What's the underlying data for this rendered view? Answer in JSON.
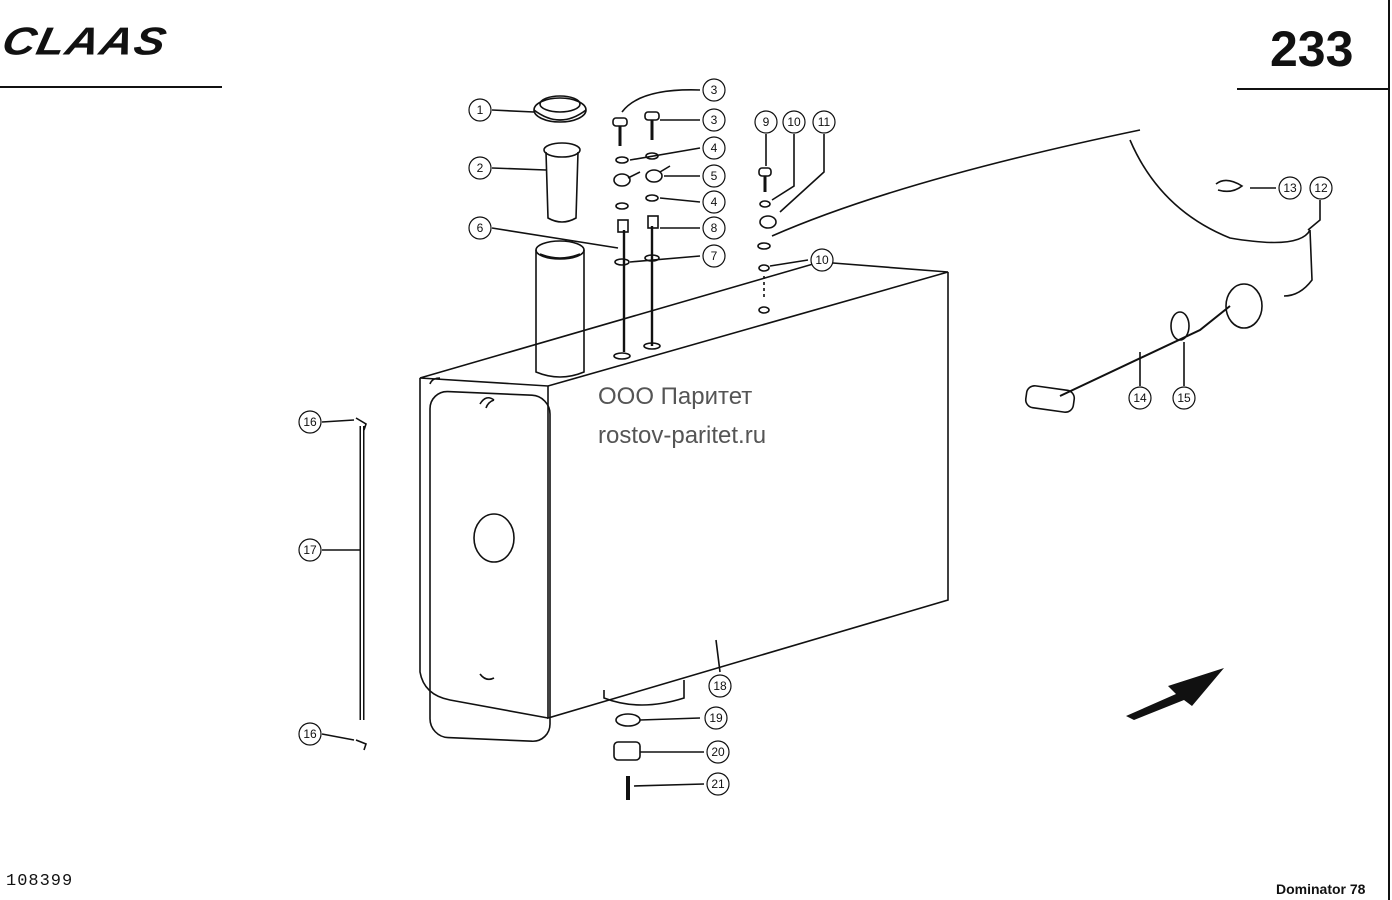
{
  "header": {
    "logo_text": "CLAAS",
    "page_number": "233"
  },
  "footer": {
    "document_number": "108399",
    "model": "Dominator 78"
  },
  "watermark": {
    "line1": "ООО Паритет",
    "line2": "rostov-paritet.ru"
  },
  "callouts": [
    "1",
    "2",
    "3",
    "3",
    "4",
    "5",
    "4",
    "6",
    "8",
    "7",
    "9",
    "10",
    "11",
    "10",
    "13",
    "12",
    "14",
    "15",
    "16",
    "17",
    "16",
    "18",
    "19",
    "20",
    "21"
  ]
}
